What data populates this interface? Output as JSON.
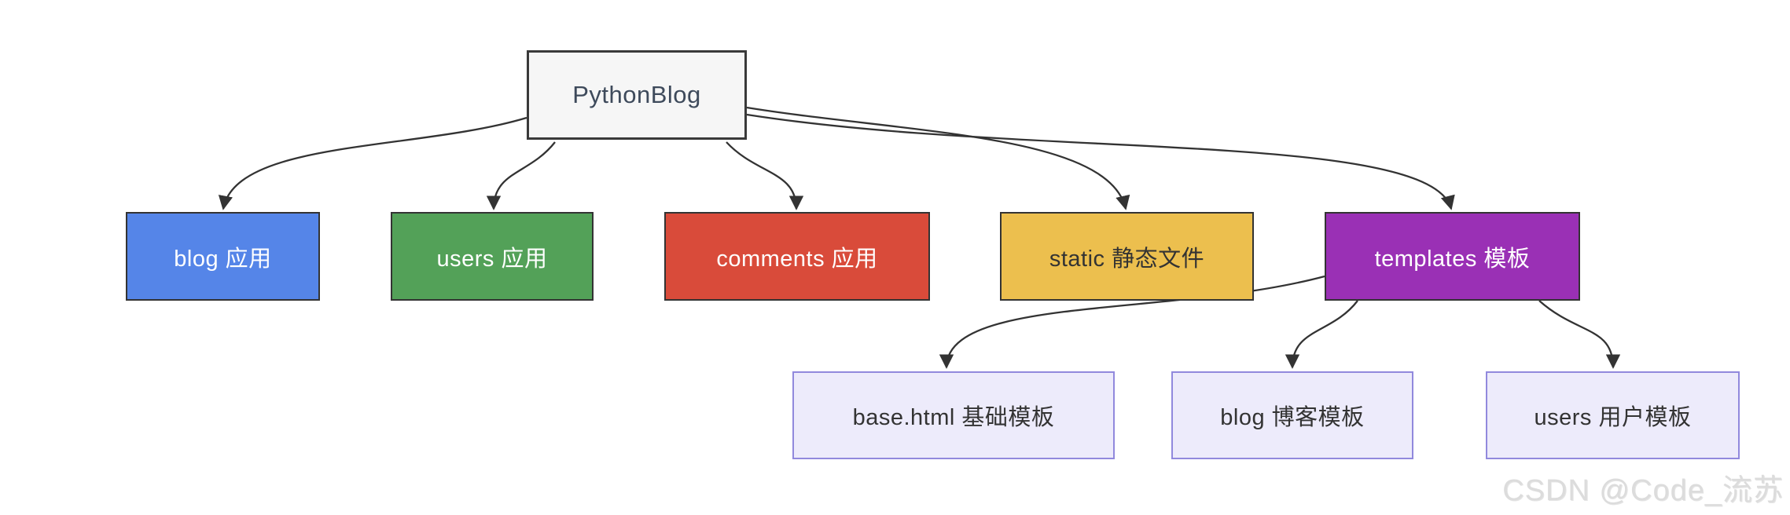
{
  "diagram": {
    "root": {
      "id": "pythonblog",
      "label": "PythonBlog",
      "fill": "#f6f6f6",
      "border": "#3a3a3a",
      "text_color": "#3e4a5b"
    },
    "level1": [
      {
        "id": "blog-app",
        "label": "blog 应用",
        "fill": "#5585e8",
        "border": "#333333",
        "text_color": "#ffffff"
      },
      {
        "id": "users-app",
        "label": "users 应用",
        "fill": "#53a158",
        "border": "#333333",
        "text_color": "#ffffff"
      },
      {
        "id": "comments-app",
        "label": "comments 应用",
        "fill": "#d94b3a",
        "border": "#333333",
        "text_color": "#ffffff"
      },
      {
        "id": "static-files",
        "label": "static 静态文件",
        "fill": "#ecbf4e",
        "border": "#333333",
        "text_color": "#333333"
      },
      {
        "id": "templates",
        "label": "templates 模板",
        "fill": "#9a30b5",
        "border": "#333333",
        "text_color": "#ffffff"
      }
    ],
    "level2": [
      {
        "id": "base-template",
        "label": "base.html 基础模板",
        "fill": "#edebfb",
        "border": "#9189dd",
        "text_color": "#333333"
      },
      {
        "id": "blog-template",
        "label": "blog 博客模板",
        "fill": "#edebfb",
        "border": "#9189dd",
        "text_color": "#333333"
      },
      {
        "id": "users-template",
        "label": "users 用户模板",
        "fill": "#edebfb",
        "border": "#9189dd",
        "text_color": "#333333"
      }
    ],
    "edges": [
      {
        "from": "pythonblog",
        "to": "blog-app"
      },
      {
        "from": "pythonblog",
        "to": "users-app"
      },
      {
        "from": "pythonblog",
        "to": "comments-app"
      },
      {
        "from": "pythonblog",
        "to": "static-files"
      },
      {
        "from": "pythonblog",
        "to": "templates"
      },
      {
        "from": "templates",
        "to": "base-template"
      },
      {
        "from": "templates",
        "to": "blog-template"
      },
      {
        "from": "templates",
        "to": "users-template"
      }
    ],
    "edge_color": "#333333"
  },
  "watermark": {
    "text": "CSDN @Code_流苏",
    "color": "#dcdcdc"
  }
}
